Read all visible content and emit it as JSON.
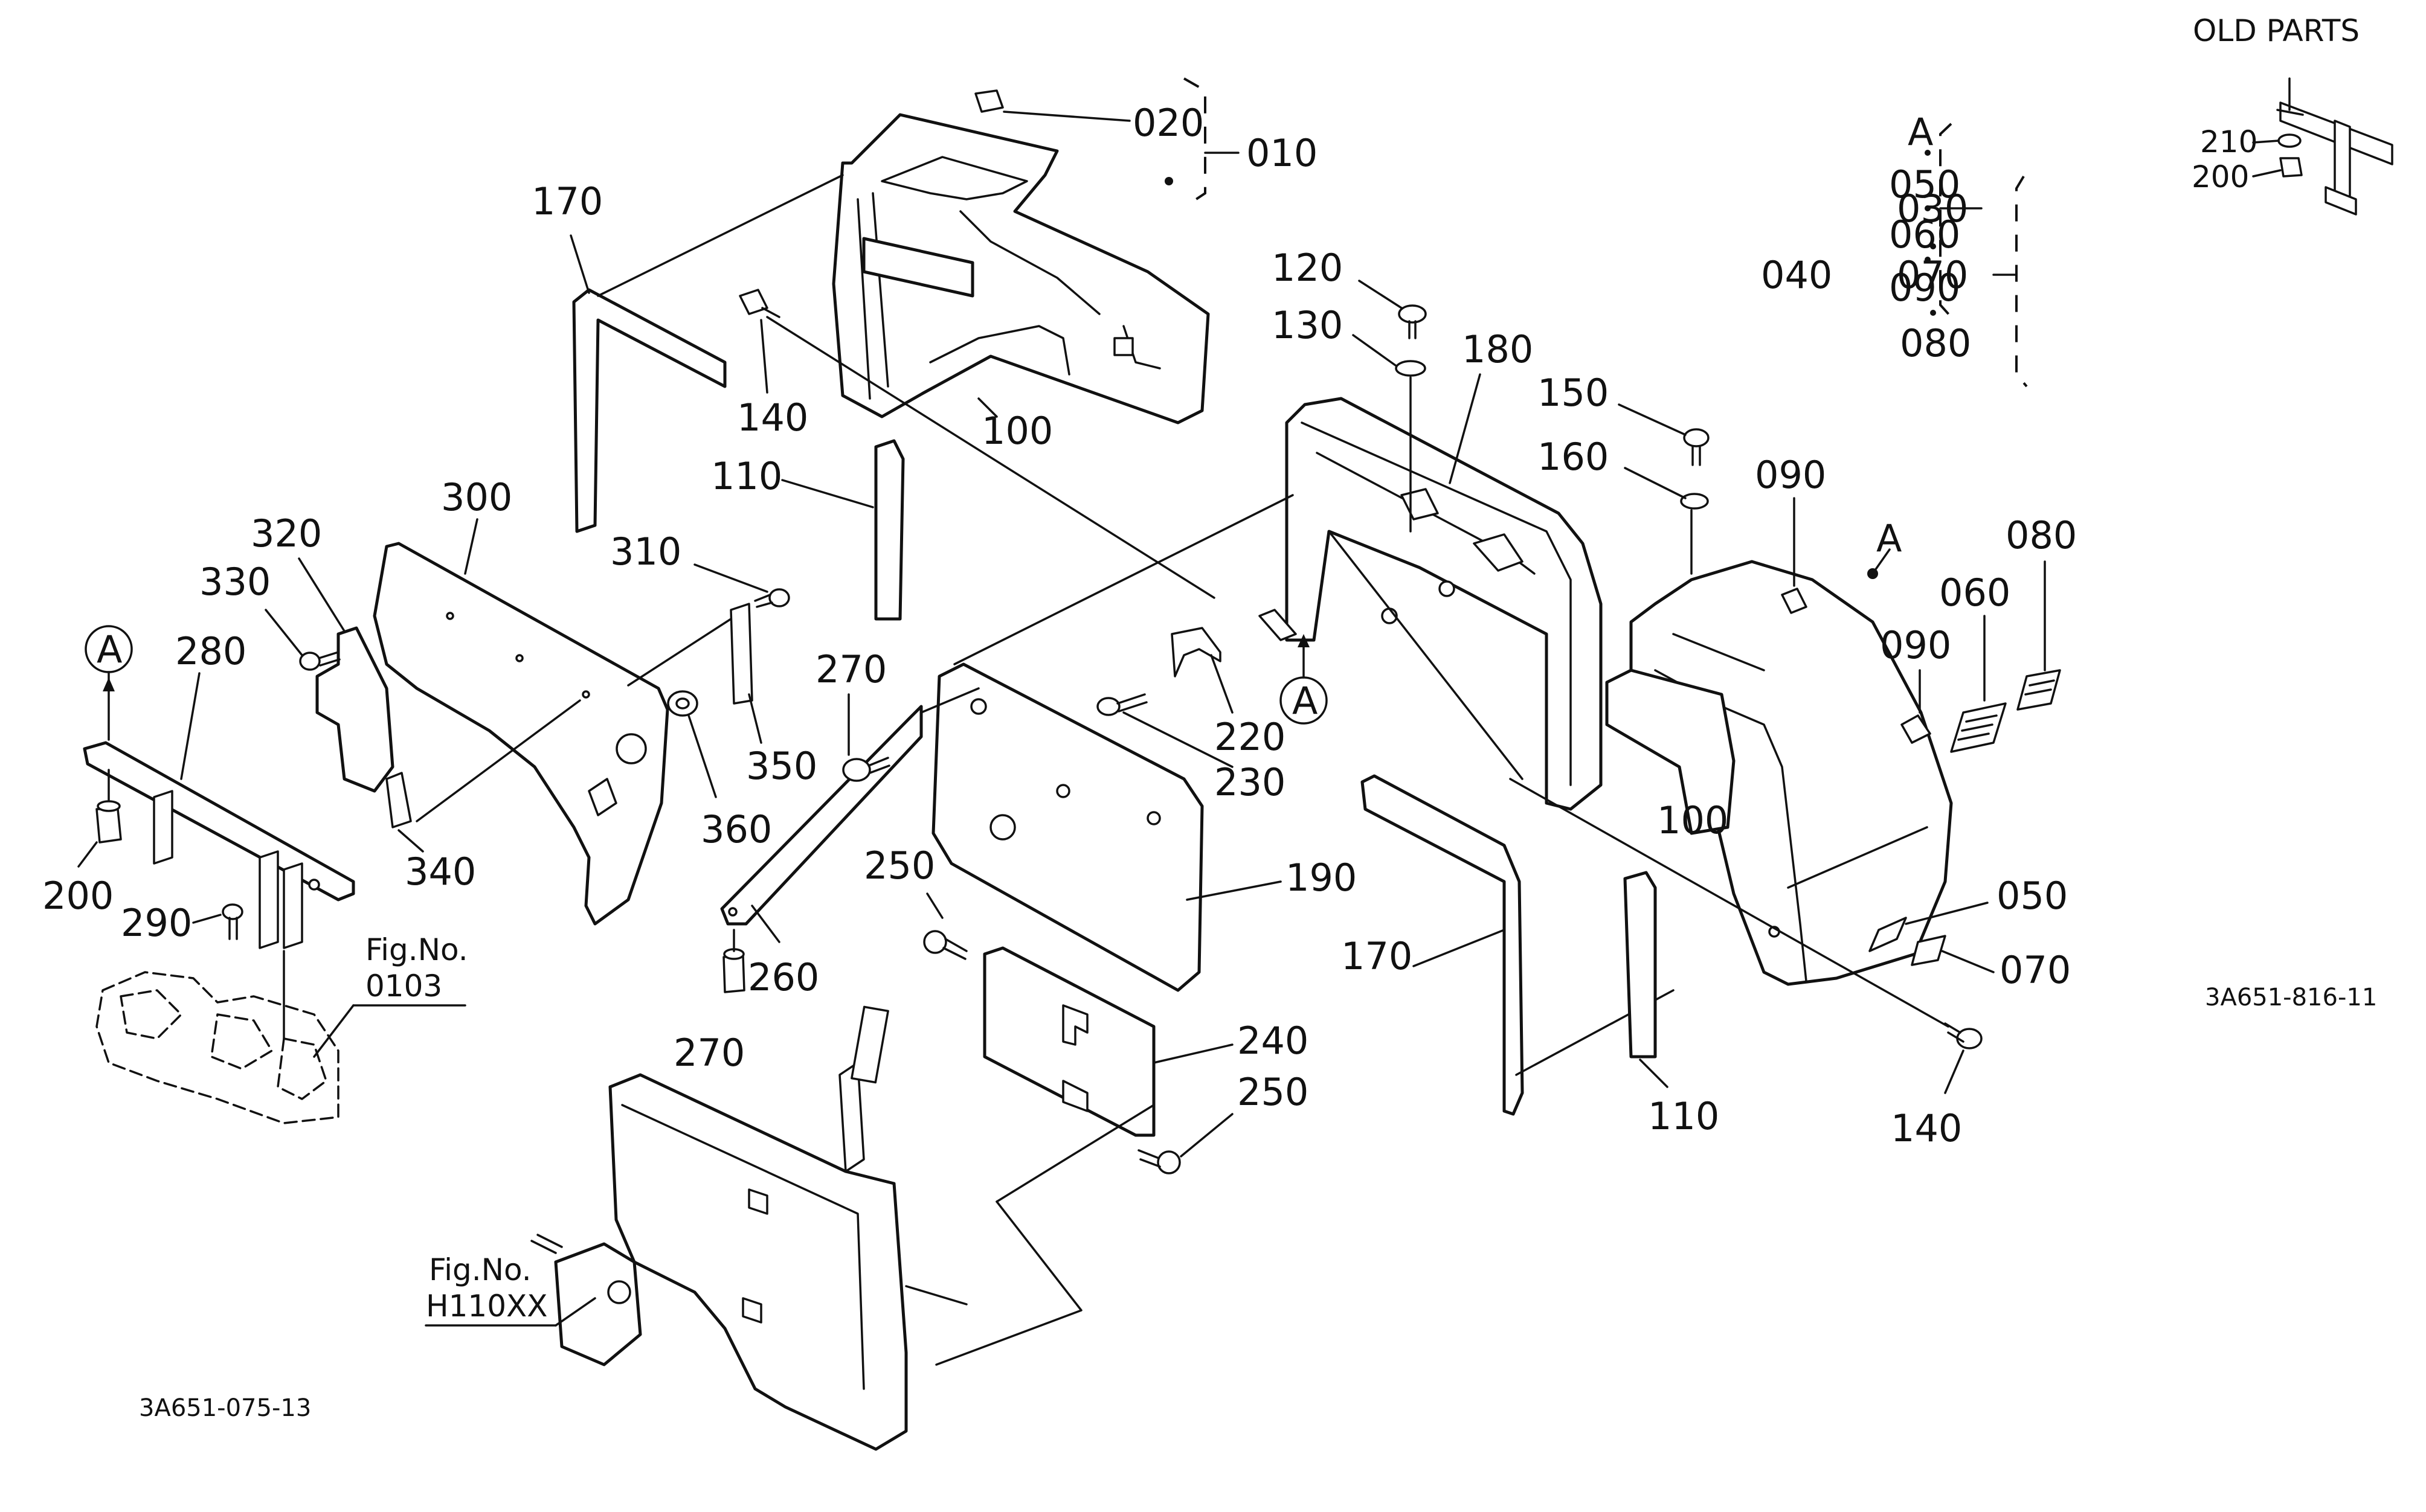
{
  "header": {
    "old_parts": "OLD PARTS"
  },
  "references": {
    "drawing_main": "3A651-816-11",
    "drawing_bottom": "3A651-075-13",
    "fig_a_title": "Fig.No.",
    "fig_a_number": "0103",
    "fig_b_title": "Fig.No.",
    "fig_b_number": "H110XX"
  },
  "callouts": {
    "c010": "010",
    "c020": "020",
    "c030": "030",
    "c040": "040",
    "c050_group": "050",
    "c060_group": "060",
    "c070_group": "070",
    "c080_group": "080",
    "c090_group": "090",
    "a_group": "A",
    "c100_top": "100",
    "c100_right": "100",
    "c110_top": "110",
    "c110_right": "110",
    "c120": "120",
    "c130": "130",
    "c140_top": "140",
    "c140_right": "140",
    "c150": "150",
    "c160": "160",
    "c170_top": "170",
    "c170_right": "170",
    "c180": "180",
    "c190": "190",
    "c200_main": "200",
    "c200_old": "200",
    "c210_old": "210",
    "c220": "220",
    "c230": "230",
    "c240": "240",
    "c250_top": "250",
    "c250_bottom": "250",
    "c260": "260",
    "c270_top": "270",
    "c270_bottom": "270",
    "c280": "280",
    "c290": "290",
    "c300": "300",
    "c310": "310",
    "c320": "320",
    "c330": "330",
    "c340": "340",
    "c350": "350",
    "c360": "360",
    "c050_right": "050",
    "c060_right": "060",
    "c070_right": "070",
    "c080_right": "080",
    "c090_upper": "090",
    "c090_lower": "090",
    "a_right": "A",
    "a_circle_left": "A",
    "a_circle_mid": "A"
  }
}
